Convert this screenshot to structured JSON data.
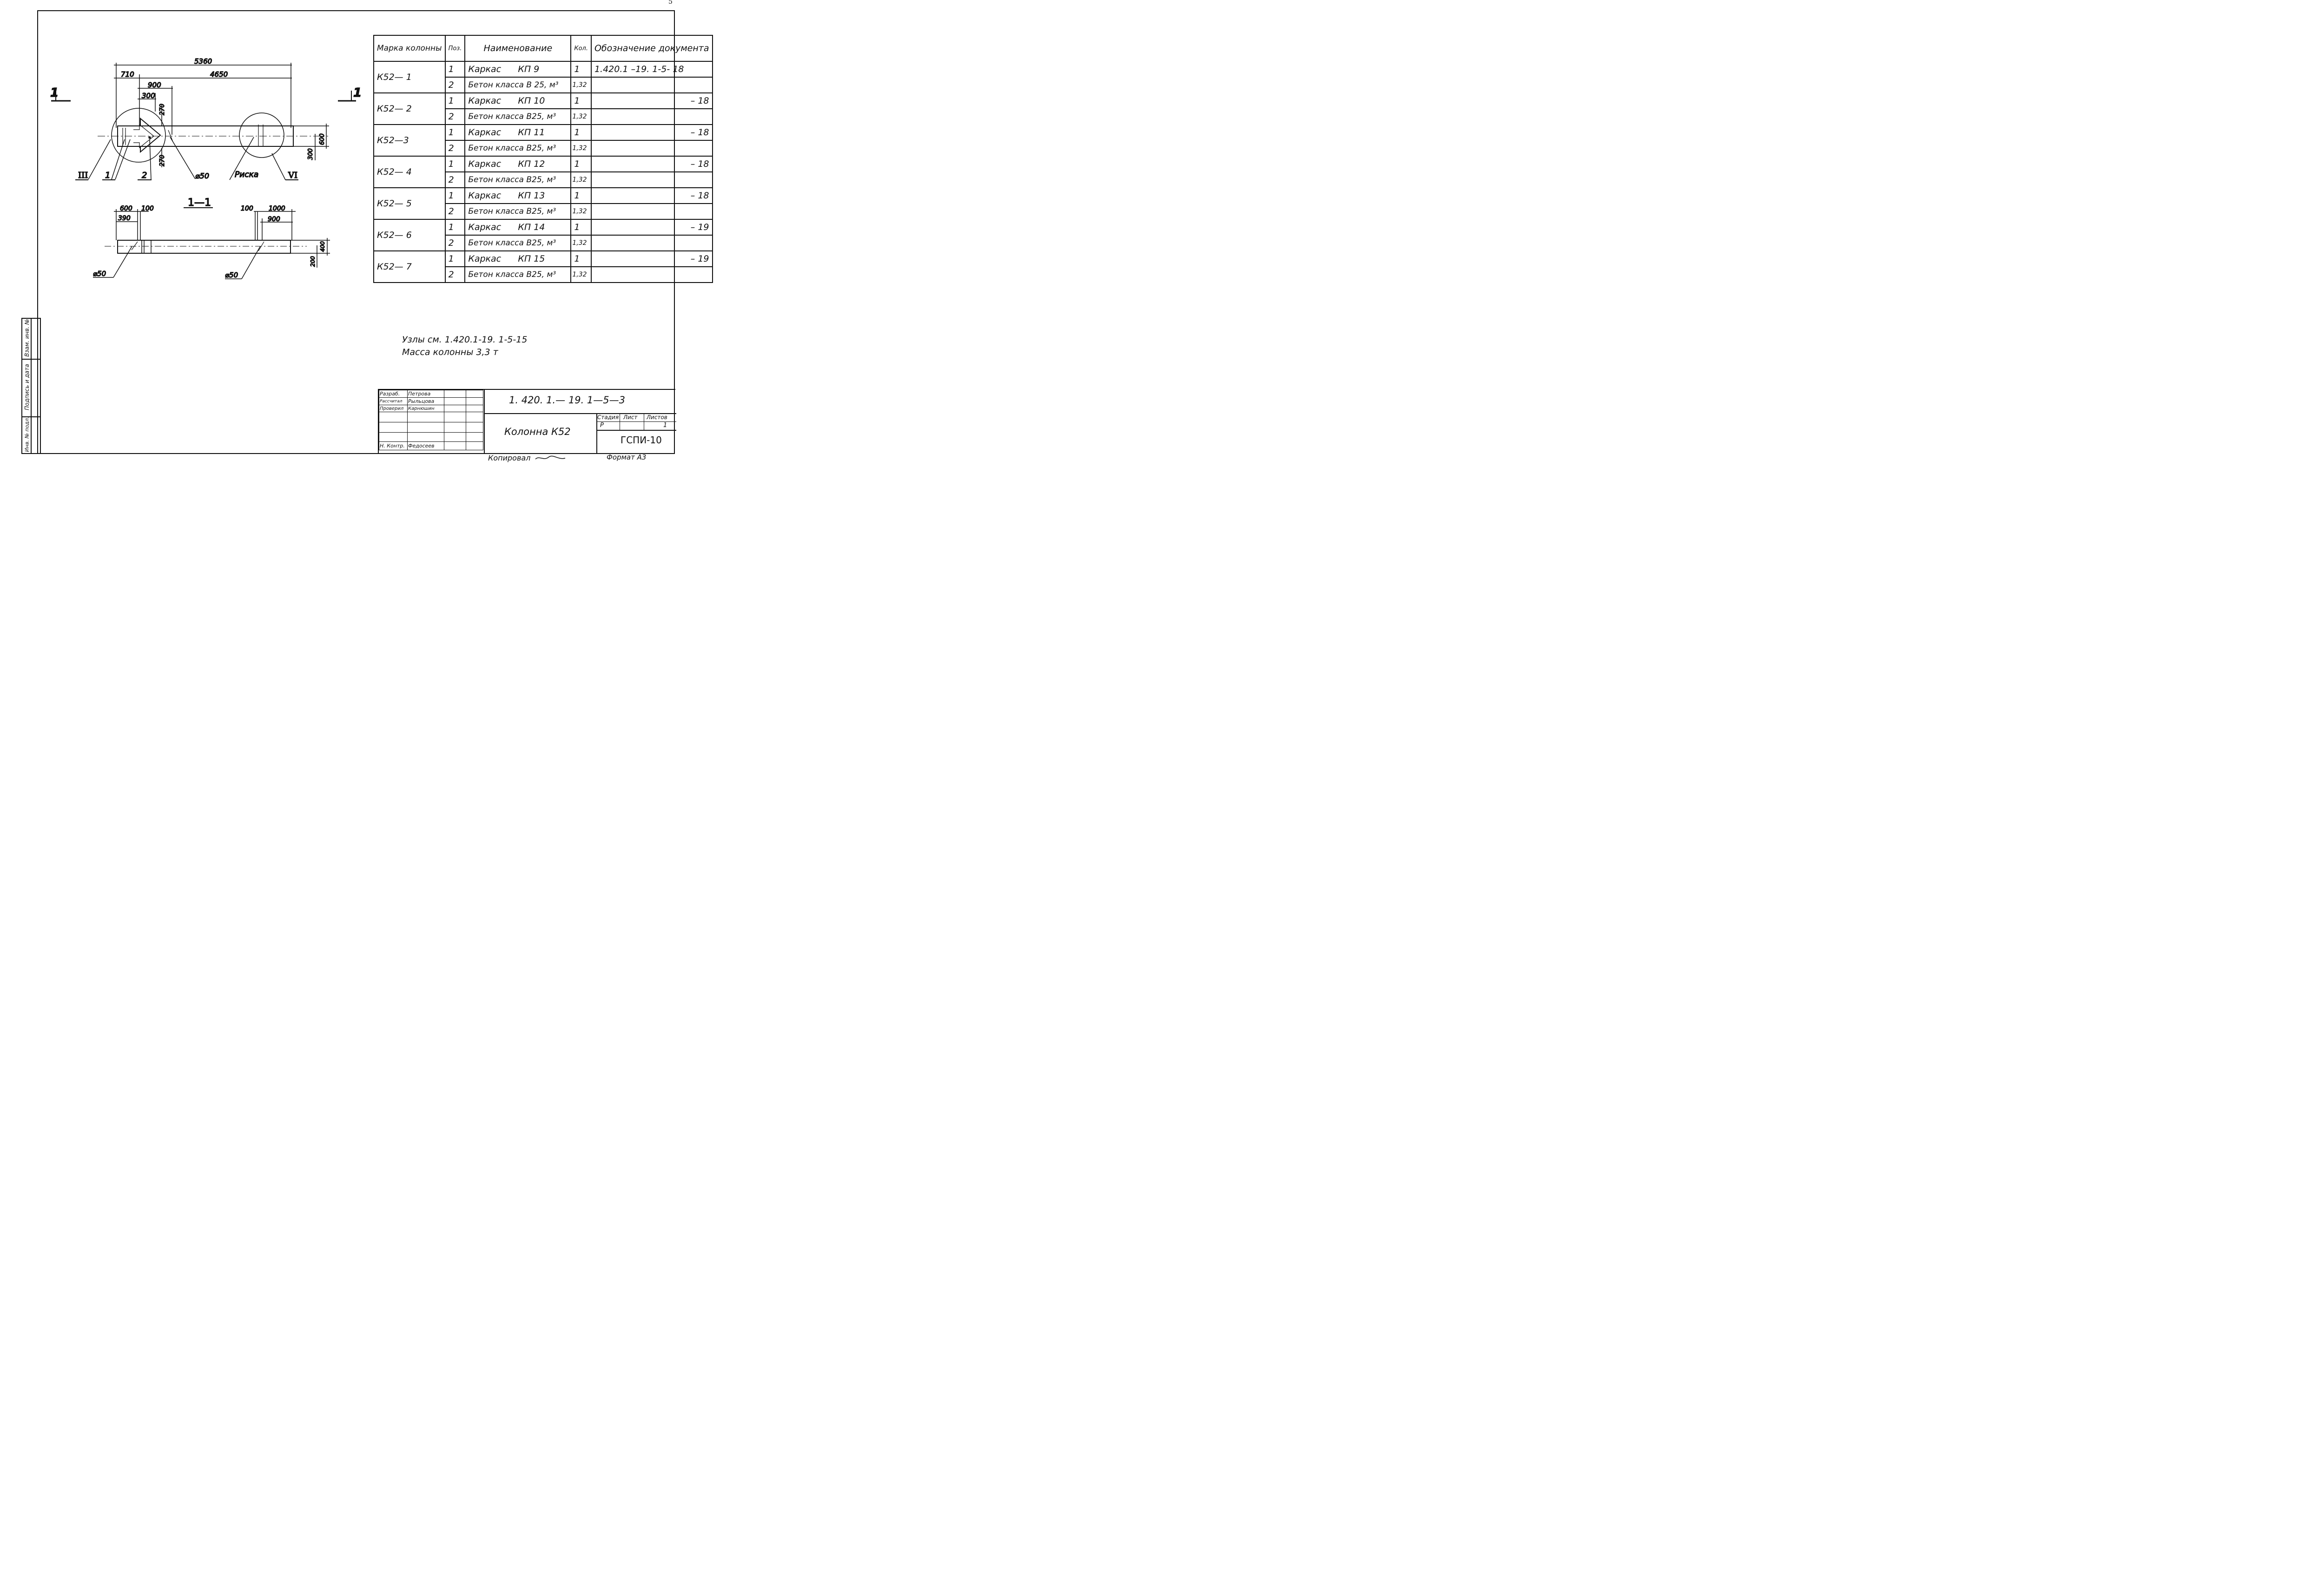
{
  "page_number": "5",
  "elevation": {
    "total_length": "5360",
    "dim_710": "710",
    "dim_4650": "4650",
    "dim_900": "900",
    "dim_300": "300",
    "dim_270_top": "270",
    "dim_270_bottom": "270",
    "dim_600": "600",
    "dim_300_right": "300",
    "cut_mark_left": "1",
    "cut_mark_right": "1",
    "callout_III": "III",
    "callout_1": "1",
    "callout_2": "2",
    "callout_dia": "⌀50",
    "callout_riska": "Риска",
    "callout_VI": "VI"
  },
  "section": {
    "title": "1—1",
    "dim_600": "600",
    "dim_100_left": "100",
    "dim_390": "390",
    "dim_100_right": "100",
    "dim_1000": "1000",
    "dim_900": "900",
    "dim_400": "400",
    "dim_200": "200",
    "dia_left": "⌀50",
    "dia_right": "⌀50"
  },
  "spec_table": {
    "headers": {
      "mark": "Марка колонны",
      "pos": "Поз.",
      "name": "Наименование",
      "qty": "Кол.",
      "doc": "Обозначение документа"
    },
    "rows": [
      {
        "mark": "К52— 1",
        "items": [
          {
            "pos": "1",
            "name": "Каркас      КП 9",
            "qty": "1",
            "doc": "1.420.1 –19. 1-5- 18"
          },
          {
            "pos": "2",
            "name": "Бетон класса В 25, м³",
            "qty": "1,32",
            "doc": ""
          }
        ]
      },
      {
        "mark": "К52— 2",
        "items": [
          {
            "pos": "1",
            "name": "Каркас      КП 10",
            "qty": "1",
            "doc": "– 18"
          },
          {
            "pos": "2",
            "name": "Бетон класса В25, м³",
            "qty": "1,32",
            "doc": ""
          }
        ]
      },
      {
        "mark": "К52—3",
        "items": [
          {
            "pos": "1",
            "name": "Каркас      КП 11",
            "qty": "1",
            "doc": "– 18"
          },
          {
            "pos": "2",
            "name": "Бетон класса В25, м³",
            "qty": "1,32",
            "doc": ""
          }
        ]
      },
      {
        "mark": "К52— 4",
        "items": [
          {
            "pos": "1",
            "name": "Каркас      КП 12",
            "qty": "1",
            "doc": "– 18"
          },
          {
            "pos": "2",
            "name": "Бетон класса В25, м³",
            "qty": "1,32",
            "doc": ""
          }
        ]
      },
      {
        "mark": "К52— 5",
        "items": [
          {
            "pos": "1",
            "name": "Каркас      КП 13",
            "qty": "1",
            "doc": "– 18"
          },
          {
            "pos": "2",
            "name": "Бетон класса В25, м³",
            "qty": "1,32",
            "doc": ""
          }
        ]
      },
      {
        "mark": "К52— 6",
        "items": [
          {
            "pos": "1",
            "name": "Каркас      КП 14",
            "qty": "1",
            "doc": "– 19"
          },
          {
            "pos": "2",
            "name": "Бетон класса В25, м³",
            "qty": "1,32",
            "doc": ""
          }
        ]
      },
      {
        "mark": "К52— 7",
        "items": [
          {
            "pos": "1",
            "name": "Каркас      КП 15",
            "qty": "1",
            "doc": "– 19"
          },
          {
            "pos": "2",
            "name": "Бетон класса В25, м³",
            "qty": "1,32",
            "doc": ""
          }
        ]
      }
    ]
  },
  "notes": {
    "line1": "Узлы см. 1.420.1-19. 1-5-15",
    "line2": "Масса колонны 3,3 т"
  },
  "side_stamp": {
    "inv_podl": "Инв. № подл.",
    "podpis": "Подпись и дата",
    "vzam": "Взам. инв. №"
  },
  "title_block": {
    "roles": [
      "Разраб.",
      "Рассчитал",
      "Проверил",
      "",
      "",
      "",
      "Н. Контр."
    ],
    "names": [
      "Петрова",
      "Рыльцова",
      "Карнюшин",
      "",
      "",
      "",
      "Федосеев"
    ],
    "designation": "1. 420. 1.— 19. 1—5—3",
    "item_name": "Колонна К52",
    "stage_label": "Стадия",
    "sheet_label": "Лист",
    "sheets_label": "Листов",
    "stage_value": "Р",
    "sheet_value": "",
    "sheets_value": "1",
    "org": "ГСПИ-10"
  },
  "footer": {
    "copied": "Копировал",
    "format": "Формат А3"
  }
}
